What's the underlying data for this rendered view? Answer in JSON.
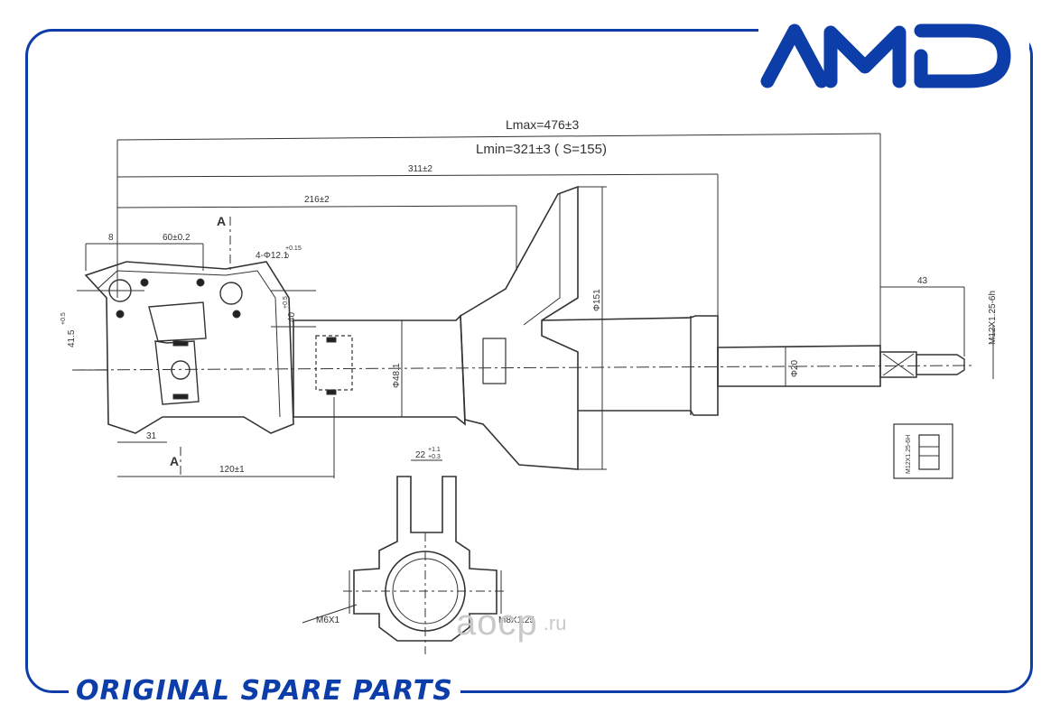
{
  "brand": {
    "logo_text": "AMD",
    "slogan": "ORIGINAL SPARE PARTS",
    "color": "#0d3da8"
  },
  "watermark": {
    "text": "aocp",
    "tld": ".ru",
    "color": "#c9c9c9"
  },
  "drawing": {
    "dimensions": {
      "lmax": "Lmax=476±3",
      "lmin": "Lmin=321±3 (    S=155)",
      "d311": "311±2",
      "d216": "216±2",
      "d60": "60±0.2",
      "d8": "8",
      "hole_spec": "4-Φ12.1",
      "hole_tol": "+0.15",
      "hole_tol2": "0",
      "d415": "41.5",
      "d415_tol": "+0.5",
      "d40": "40",
      "d40_tol": "+0.5",
      "d31": "31",
      "d120": "120±1",
      "d22": "22",
      "d22_tol": "+1.1",
      "d22_tol2": "+0.3",
      "d48": "Φ48.1",
      "d151": "Φ151",
      "d20": "Φ20",
      "d43": "43",
      "thread_top": "M12X1.25-6h",
      "thread_nut": "M12X1.25-6H",
      "m6": "M6X1",
      "m8": "M8X1.25",
      "section_a_top": "A",
      "section_a_bottom": "A"
    }
  }
}
